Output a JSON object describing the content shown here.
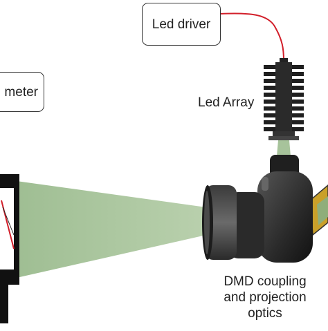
{
  "labels": {
    "led_driver": "Led driver",
    "meter": "meter",
    "led_array": "Led Array",
    "dmd_line1": "DMD coupling",
    "dmd_line2": "and projection",
    "dmd_line3": "optics"
  },
  "colors": {
    "beam": "#a7c39b",
    "cable": "#d21f2a",
    "device_dark": "#1f1f1f",
    "lens_mid": "#555555",
    "dmd_yellow": "#c9a02a",
    "dmd_green": "#8fae7a",
    "outline": "#333333"
  },
  "icons": [
    "led-array-heatsink-icon",
    "projection-lens-icon",
    "dmd-chip-icon",
    "meter-housing-icon",
    "cable-connector-icon"
  ]
}
